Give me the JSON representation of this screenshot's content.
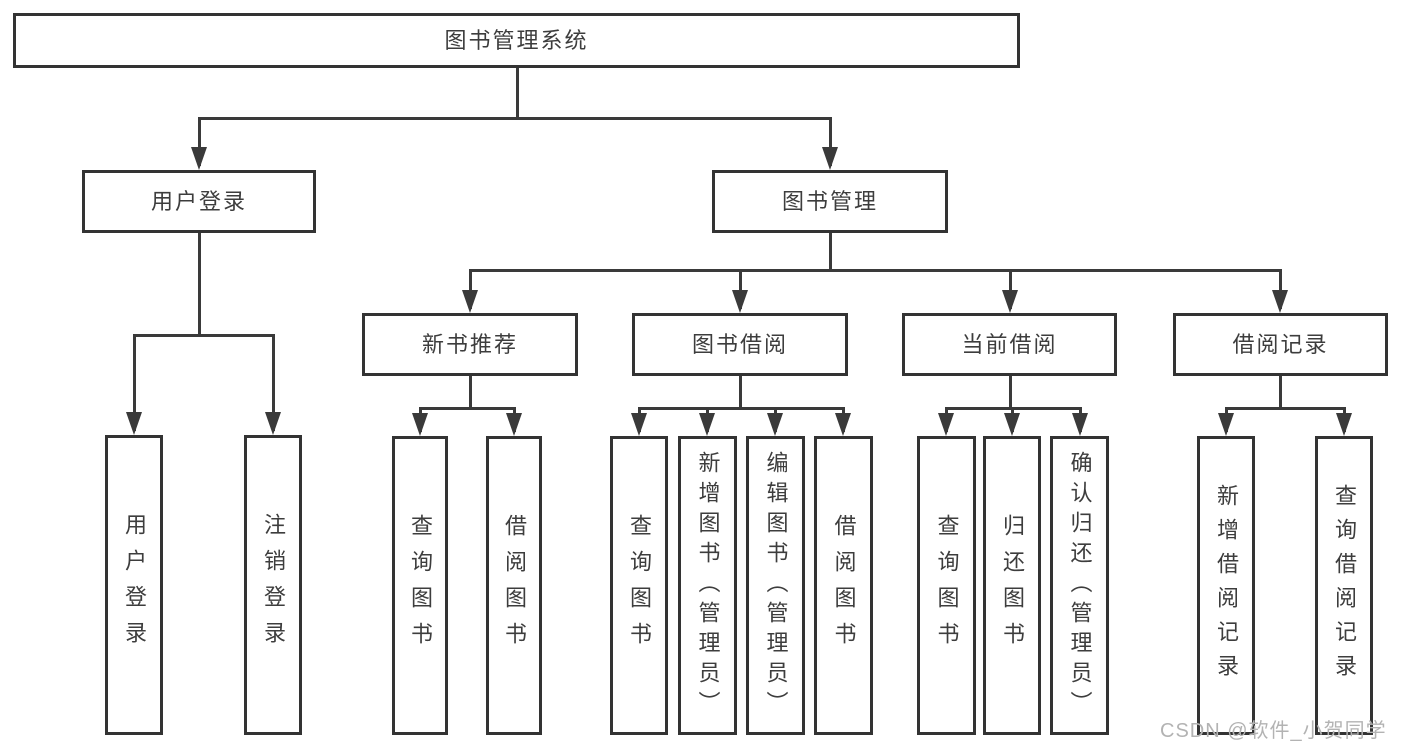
{
  "diagram_title": "图书管理系统",
  "nodes": [
    {
      "id": "root",
      "label": "图书管理系统",
      "level": 1,
      "parent": null
    },
    {
      "id": "user-login",
      "label": "用户登录",
      "level": 2,
      "parent": "root"
    },
    {
      "id": "book-mgmt",
      "label": "图书管理",
      "level": 2,
      "parent": "root"
    },
    {
      "id": "new-book-rec",
      "label": "新书推荐",
      "level": 3,
      "parent": "book-mgmt"
    },
    {
      "id": "book-borrow",
      "label": "图书借阅",
      "level": 3,
      "parent": "book-mgmt"
    },
    {
      "id": "current-borrow",
      "label": "当前借阅",
      "level": 3,
      "parent": "book-mgmt"
    },
    {
      "id": "borrow-records",
      "label": "借阅记录",
      "level": 3,
      "parent": "book-mgmt"
    },
    {
      "id": "leaf-user-login",
      "label": "用户登录",
      "level": 4,
      "parent": "user-login"
    },
    {
      "id": "leaf-logout",
      "label": "注销登录",
      "level": 4,
      "parent": "user-login"
    },
    {
      "id": "leaf-rec-query",
      "label": "查询图书",
      "level": 4,
      "parent": "new-book-rec"
    },
    {
      "id": "leaf-rec-borrow",
      "label": "借阅图书",
      "level": 4,
      "parent": "new-book-rec"
    },
    {
      "id": "leaf-bb-query",
      "label": "查询图书",
      "level": 4,
      "parent": "book-borrow"
    },
    {
      "id": "leaf-bb-add",
      "label": "新增图书（管理员）",
      "level": 4,
      "parent": "book-borrow"
    },
    {
      "id": "leaf-bb-edit",
      "label": "编辑图书（管理员）",
      "level": 4,
      "parent": "book-borrow"
    },
    {
      "id": "leaf-bb-borrow",
      "label": "借阅图书",
      "level": 4,
      "parent": "book-borrow"
    },
    {
      "id": "leaf-cb-query",
      "label": "查询图书",
      "level": 4,
      "parent": "current-borrow"
    },
    {
      "id": "leaf-cb-return",
      "label": "归还图书",
      "level": 4,
      "parent": "current-borrow"
    },
    {
      "id": "leaf-cb-confirm",
      "label": "确认归还（管理员）",
      "level": 4,
      "parent": "current-borrow"
    },
    {
      "id": "leaf-br-add",
      "label": "新增借阅记录",
      "level": 4,
      "parent": "borrow-records"
    },
    {
      "id": "leaf-br-query",
      "label": "查询借阅记录",
      "level": 4,
      "parent": "borrow-records"
    }
  ],
  "watermark": {
    "text": "CSDN @软件_小贺同学"
  },
  "colors": {
    "background": "#ffffff",
    "box_border": "#333333",
    "connector": "#3a3a3a",
    "text": "#3d3d3d",
    "watermark": "#b3b3b3"
  }
}
